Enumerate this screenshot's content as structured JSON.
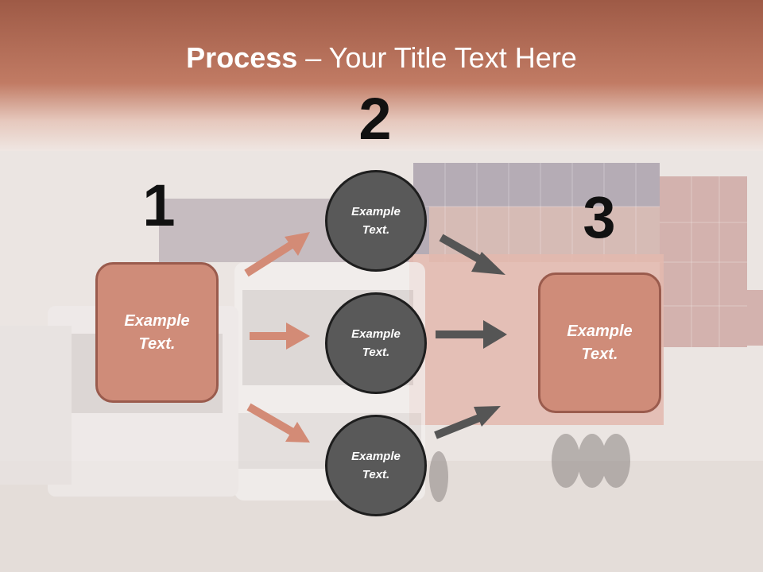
{
  "title": {
    "bold": "Process",
    "rest": " – Your Title Text Here"
  },
  "steps": {
    "one": "1",
    "two": "2",
    "three": "3"
  },
  "left_box": {
    "line1": "Example",
    "line2": "Text."
  },
  "right_box": {
    "line1": "Example",
    "line2": "Text."
  },
  "circles": [
    {
      "line1": "Example",
      "line2": "Text."
    },
    {
      "line1": "Example",
      "line2": "Text."
    },
    {
      "line1": "Example",
      "line2": "Text."
    }
  ],
  "colors": {
    "header": "#b8705a",
    "box_fill": "#cf8c79",
    "box_border": "#9a5b4d",
    "circle_fill": "#595959",
    "arrow_salmon": "#d38b76",
    "arrow_dark": "#555555"
  }
}
